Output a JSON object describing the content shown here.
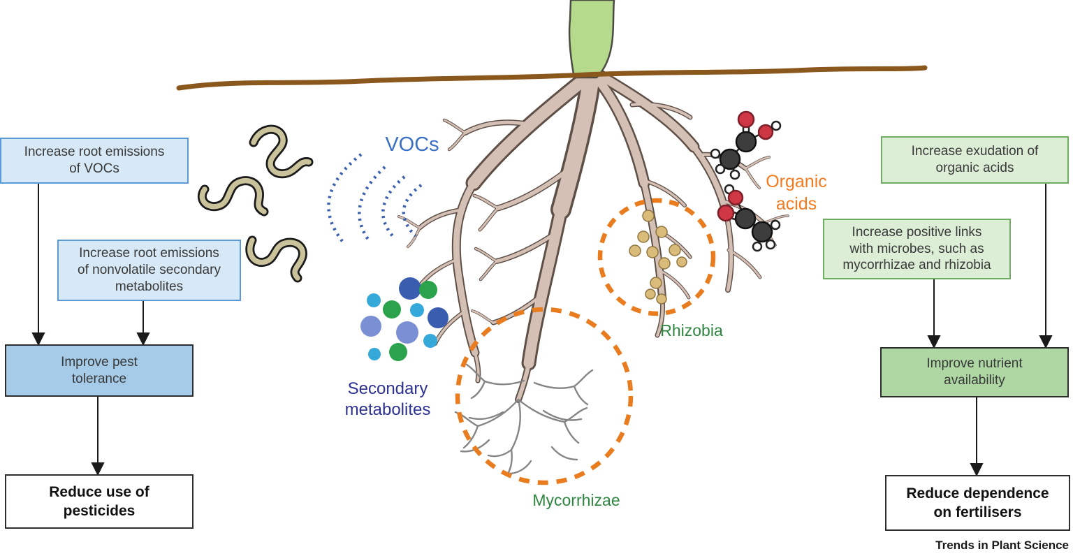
{
  "colors": {
    "box_blue_light": "#d7e9f6",
    "box_blue_border": "#5b9bd5",
    "box_blue_mid": "#a6cbe8",
    "box_green_light": "#ddeed7",
    "box_green_border": "#6fad62",
    "box_green_mid": "#aed7a4",
    "label_blue": "#3a6fc4",
    "label_navy": "#2c3192",
    "label_green": "#2e8540",
    "label_orange": "#f47b20",
    "soil_brown": "#8a571c",
    "stem_green": "#b6da8c",
    "root_tan": "#d5c0b6",
    "wave_blue": "#3a5fae",
    "circle_orange": "#e87c1e"
  },
  "left_flow": {
    "increase_voc": {
      "text": "Increase root emissions\nof VOCs"
    },
    "increase_metabolites": {
      "text": "Increase root emissions\nof nonvolatile secondary\nmetabolites"
    },
    "improve_pest": {
      "text": "Improve pest\ntolerance"
    },
    "reduce_pesticides": {
      "text": "Reduce use of\npesticides"
    }
  },
  "right_flow": {
    "increase_exudation": {
      "text": "Increase exudation of\norganic acids"
    },
    "increase_links": {
      "text": "Increase positive links\nwith microbes, such as\nmycorrhizae and rhizobia"
    },
    "improve_nutrient": {
      "text": "Improve nutrient\navailability"
    },
    "reduce_fertilisers": {
      "text": "Reduce dependence\non fertilisers"
    }
  },
  "center_labels": {
    "vocs": "VOCs",
    "secondary_metabolites": "Secondary\nmetabolites",
    "mycorrhizae": "Mycorrhizae",
    "rhizobia": "Rhizobia",
    "organic_acids": "Organic\nacids"
  },
  "footer": {
    "journal": "Trends in Plant Science"
  }
}
